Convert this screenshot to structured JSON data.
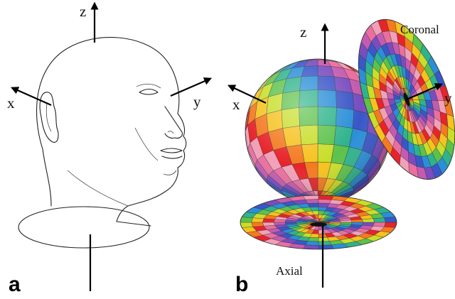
{
  "panel_a": {
    "label": "a",
    "axes": {
      "x": "x",
      "y": "y",
      "z": "z"
    }
  },
  "panel_b": {
    "label": "b",
    "axes": {
      "x": "x",
      "y": "y",
      "z": "z"
    },
    "planes": {
      "coronal": "Coronal",
      "axial": "Axial"
    },
    "palette": [
      "#e8232a",
      "#f47a20",
      "#f6c21e",
      "#c8de2a",
      "#5cc24a",
      "#2fb38c",
      "#2a8fd8",
      "#3a56c8",
      "#7a4cc0",
      "#c45bb0",
      "#ea6fa0",
      "#f2a0b8"
    ]
  }
}
